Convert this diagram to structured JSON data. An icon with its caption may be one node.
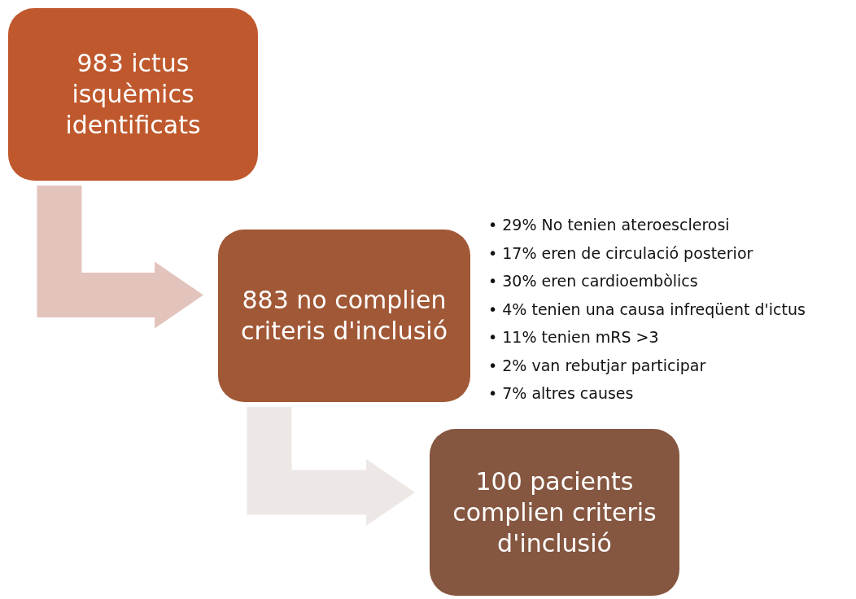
{
  "diagram": {
    "nodes": [
      {
        "text": [
          "983 ictus isquèmics identificats"
        ]
      },
      {
        "text": [
          "883 no complien criteris d'inclusió"
        ],
        "beside": [
          "• 29% No tenien ateroesclerosi",
          "• 17% eren de circulació posterior",
          "• 30% eren cardioembòlics",
          "• 4% tenien una causa infreqüent d'ictus",
          "• 11% tenien mRS >3",
          "• 2% van rebutjar participar",
          "• 7% altres causes"
        ]
      },
      {
        "text": [
          "100 pacients complien criteris d'inclusió"
        ]
      }
    ],
    "edges": [
      {
        "from": 0,
        "to": 1,
        "arrow": "to",
        "color": "#e3c4bc"
      },
      {
        "from": 1,
        "to": 2,
        "arrow": "to",
        "color": "#ede8e6"
      }
    ]
  }
}
